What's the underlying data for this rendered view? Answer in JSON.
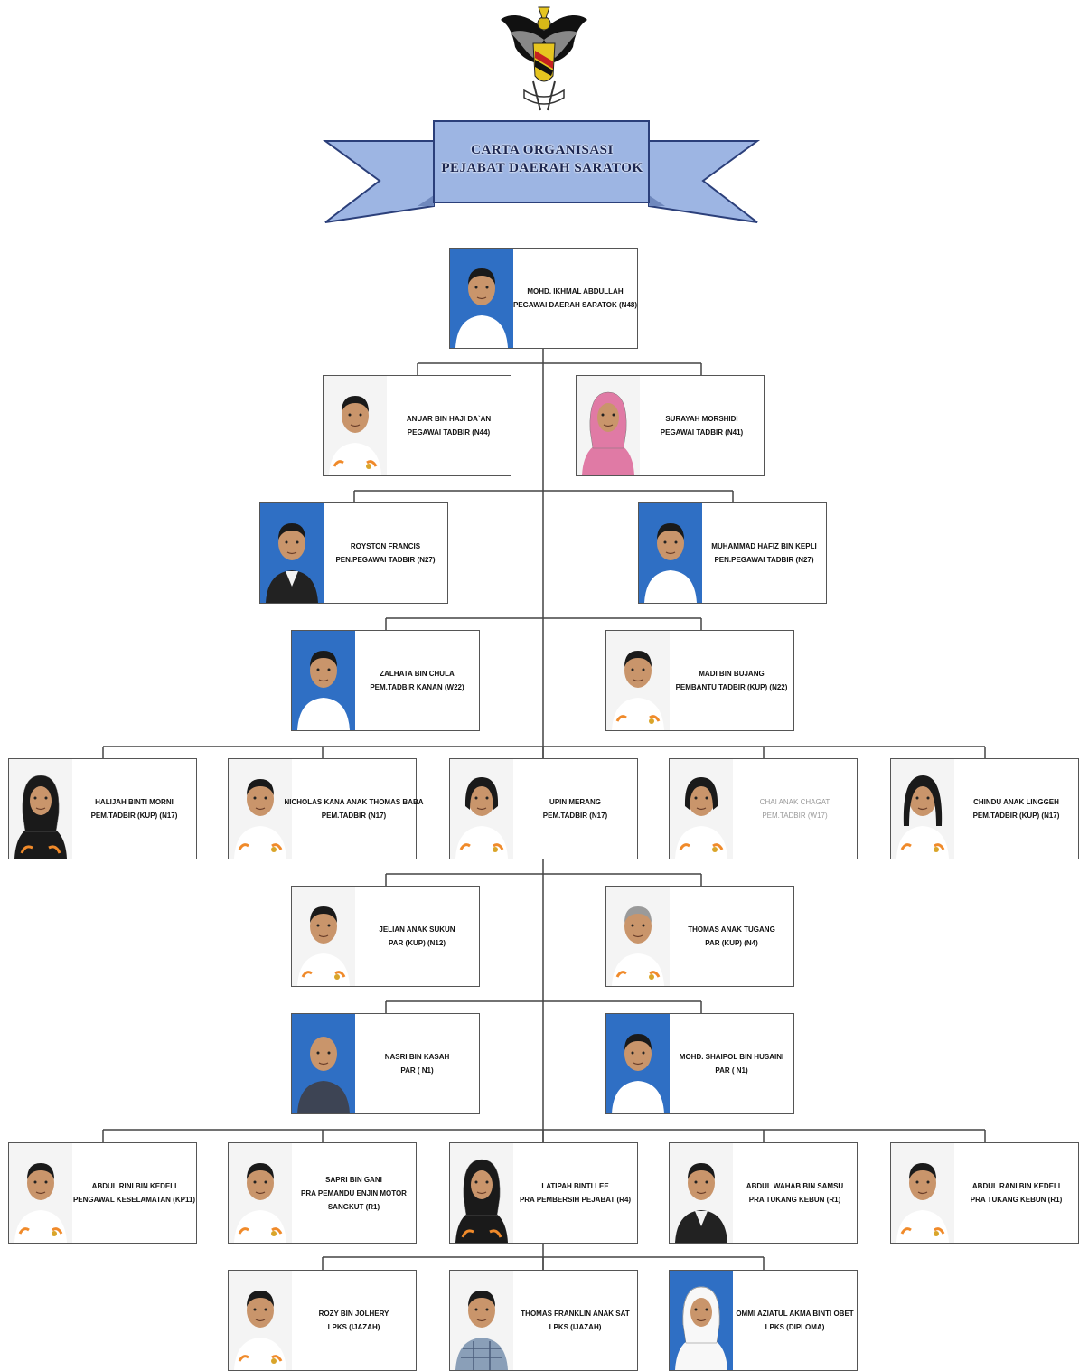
{
  "header": {
    "title_line1": "CARTA ORGANISASI",
    "title_line2": "PEJABAT DAERAH SARATOK"
  },
  "colors": {
    "banner_fill": "#9db5e3",
    "banner_stroke": "#2b3f7a",
    "card_border": "#555555",
    "connector": "#444444",
    "photo_bg_blue": "#2f6fc4",
    "photo_bg_white": "#f4f4f4"
  },
  "cards": [
    {
      "lines": [
        "MOHD. IKHMAL ABDULLAH",
        "PEGAWAI DAERAH SARATOK (N48)"
      ],
      "bg": "blue",
      "avatar": "male"
    },
    {
      "lines": [
        "ANUAR BIN HAJI DA`AN",
        "PEGAWAI TADBIR (N44)"
      ],
      "bg": "white",
      "avatar": "male"
    },
    {
      "lines": [
        "SURAYAH MORSHIDI",
        "PEGAWAI TADBIR (N41)"
      ],
      "bg": "white",
      "avatar": "hijab-pink"
    },
    {
      "lines": [
        "ROYSTON FRANCIS",
        "PEN.PEGAWAI TADBIR (N27)"
      ],
      "bg": "blue",
      "avatar": "male-suit"
    },
    {
      "lines": [
        "MUHAMMAD HAFIZ BIN KEPLI",
        "PEN.PEGAWAI TADBIR (N27)"
      ],
      "bg": "blue",
      "avatar": "male"
    },
    {
      "lines": [
        "ZALHATA BIN CHULA",
        "PEM.TADBIR KANAN (W22)"
      ],
      "bg": "blue",
      "avatar": "male"
    },
    {
      "lines": [
        "MADI BIN BUJANG",
        "PEMBANTU TADBIR (KUP) (N22)"
      ],
      "bg": "white",
      "avatar": "male"
    },
    {
      "lines": [
        "HALIJAH BINTI MORNI",
        "PEM.TADBIR (KUP) (N17)"
      ],
      "bg": "white",
      "avatar": "hijab-dark"
    },
    {
      "lines": [
        "NICHOLAS KANA ANAK THOMAS BABA",
        "PEM.TADBIR (N17)"
      ],
      "bg": "white",
      "avatar": "male"
    },
    {
      "lines": [
        "UPIN MERANG",
        "PEM.TADBIR (N17)"
      ],
      "bg": "white",
      "avatar": "female"
    },
    {
      "lines": [
        "CHAI ANAK CHAGAT",
        "PEM.TADBIR (W17)"
      ],
      "bg": "white",
      "avatar": "female",
      "faint": true
    },
    {
      "lines": [
        "CHINDU ANAK LINGGEH",
        "PEM.TADBIR (KUP) (N17)"
      ],
      "bg": "white",
      "avatar": "female-long"
    },
    {
      "lines": [
        "JELIAN ANAK SUKUN",
        "PAR (KUP) (N12)"
      ],
      "bg": "white",
      "avatar": "male"
    },
    {
      "lines": [
        "THOMAS ANAK TUGANG",
        "PAR (KUP) (N4)"
      ],
      "bg": "white",
      "avatar": "male-grey"
    },
    {
      "lines": [
        "NASRI BIN KASAH",
        "PAR ( N1)"
      ],
      "bg": "blue",
      "avatar": "male-bald"
    },
    {
      "lines": [
        "MOHD. SHAIPOL BIN HUSAINI",
        "PAR ( N1)"
      ],
      "bg": "blue",
      "avatar": "male"
    },
    {
      "lines": [
        "ABDUL RINI BIN KEDELI",
        "PENGAWAL KESELAMATAN (KP11)"
      ],
      "bg": "white",
      "avatar": "male"
    },
    {
      "lines": [
        "SAPRI BIN GANI",
        "PRA PEMANDU ENJIN MOTOR",
        "SANGKUT (R1)"
      ],
      "bg": "white",
      "avatar": "male"
    },
    {
      "lines": [
        "LATIPAH BINTI LEE",
        "PRA PEMBERSIH PEJABAT (R4)"
      ],
      "bg": "white",
      "avatar": "hijab-dark"
    },
    {
      "lines": [
        "ABDUL WAHAB BIN SAMSU",
        "PRA TUKANG KEBUN (R1)"
      ],
      "bg": "white",
      "avatar": "male-suit"
    },
    {
      "lines": [
        "ABDUL RANI BIN KEDELI",
        "PRA TUKANG KEBUN (R1)"
      ],
      "bg": "white",
      "avatar": "male"
    },
    {
      "lines": [
        "ROZY BIN JOLHERY",
        "LPKS (IJAZAH)"
      ],
      "bg": "white",
      "avatar": "male"
    },
    {
      "lines": [
        "THOMAS FRANKLIN ANAK SAT",
        "LPKS (IJAZAH)"
      ],
      "bg": "white",
      "avatar": "male-plaid"
    },
    {
      "lines": [
        "OMMI AZIATUL AKMA BINTI OBET",
        "LPKS (DIPLOMA)"
      ],
      "bg": "blue",
      "avatar": "hijab-white"
    }
  ]
}
